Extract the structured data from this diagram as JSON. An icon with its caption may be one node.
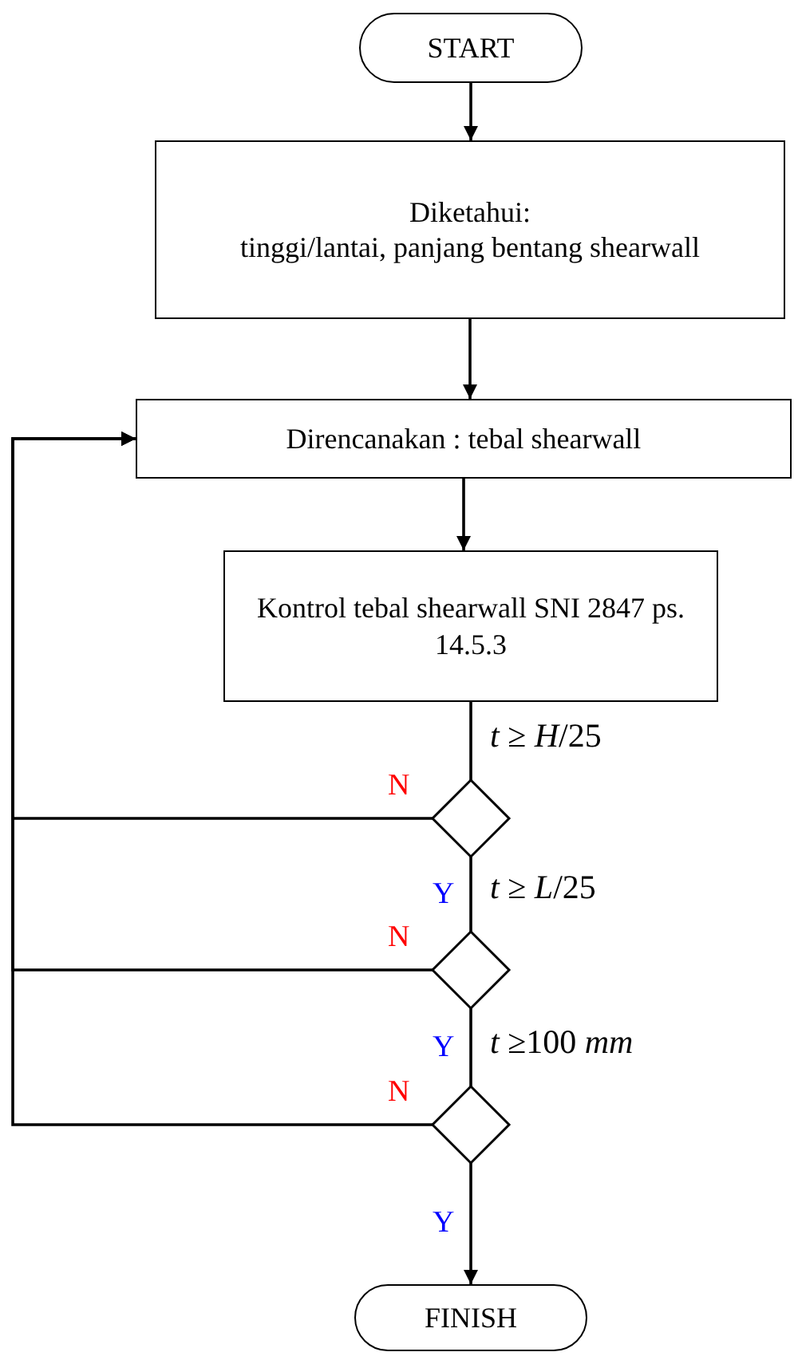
{
  "diagram": {
    "nodes": [
      {
        "text": [
          "START"
        ]
      },
      {
        "text": [
          "Diketahui:",
          "tinggi/lantai, panjang bentang shearwall"
        ]
      },
      {
        "text": [
          "Direncanakan : tebal shearwall"
        ]
      },
      {
        "text": [
          "Kontrol  tebal shearwall SNI 2847 ps. 14.5.3"
        ]
      },
      {
        "text": [],
        "shape": "diamond",
        "beside": [
          "*t* ≥ *H*/25"
        ]
      },
      {
        "text": [],
        "shape": "diamond",
        "beside": [
          "*t* ≥ *L*/25"
        ]
      },
      {
        "text": [],
        "shape": "diamond",
        "beside": [
          "*t* ≥100 *mm*"
        ]
      },
      {
        "text": [
          "FINISH"
        ]
      }
    ],
    "edges": [
      {
        "from": 0,
        "to": 1,
        "arrow": "to"
      },
      {
        "from": 1,
        "to": 2,
        "arrow": "to"
      },
      {
        "from": 2,
        "to": 3,
        "arrow": "to"
      },
      {
        "from": 3,
        "to": 4,
        "arrow": "none"
      },
      {
        "from": 4,
        "to": 5,
        "arrow": "none",
        "label": "Y"
      },
      {
        "from": 5,
        "to": 6,
        "arrow": "none",
        "label": "Y"
      },
      {
        "from": 6,
        "to": 7,
        "arrow": "to",
        "label": "Y"
      },
      {
        "from": 4,
        "to": 2,
        "arrow": "to",
        "label": "N"
      },
      {
        "from": 5,
        "to": 2,
        "arrow": "to",
        "label": "N"
      },
      {
        "from": 6,
        "to": 2,
        "arrow": "to",
        "label": "N"
      }
    ]
  }
}
